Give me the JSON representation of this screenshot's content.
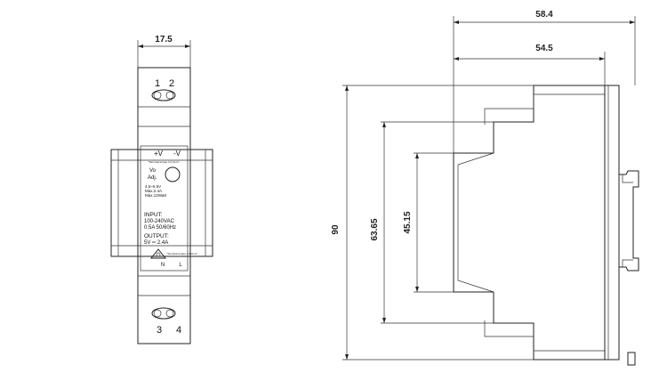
{
  "dimensions": {
    "front_width": "17.5",
    "side_depth_total": "58.4",
    "side_depth_body": "54.5",
    "height": "90",
    "height_inner": "63.65",
    "height_mid": "45.15"
  },
  "front_panel": {
    "terminals_top": [
      "1",
      "2"
    ],
    "terminals_bottom": [
      "3",
      "4"
    ],
    "polarity_plus": "+V",
    "polarity_minus": "-V",
    "torque_top": "\"Terminal torque 4.4 Lb-in\"",
    "vo_adj_line1": "Vo",
    "vo_adj_line2": "Adj.",
    "spec_line1": "4.5~5.5V",
    "spec_line2": "Max.2.4A",
    "spec_line3": "Max.12Watt",
    "input_title": "INPUT:",
    "input_line1": "100-240VAC",
    "input_line2": "0.5A   50/60Hz",
    "output_title": "OUTPUT:",
    "output_line1": "5V  ═  2.4A",
    "torque_bottom": "\"Terminal torque 4.4 Lb-in\"",
    "ac_n": "N",
    "ac_l": "L"
  }
}
